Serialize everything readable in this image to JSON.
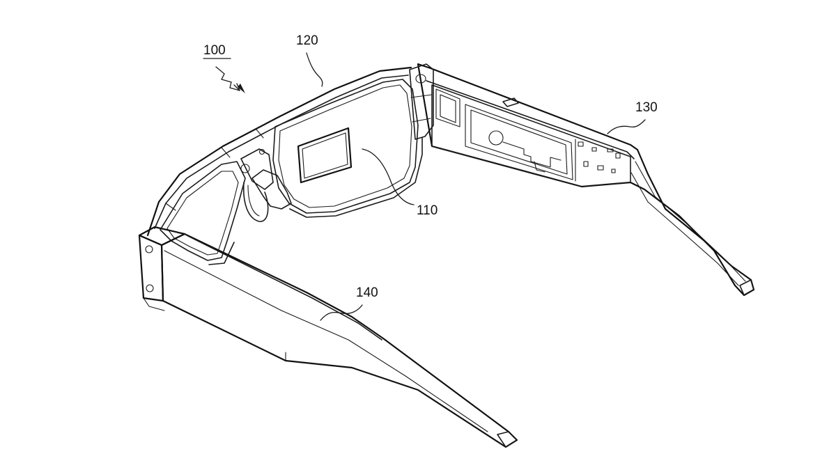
{
  "figure": {
    "reference_numerals": {
      "device": "100",
      "display": "110",
      "frame": "120",
      "right_temple": "130",
      "left_temple": "140"
    }
  }
}
